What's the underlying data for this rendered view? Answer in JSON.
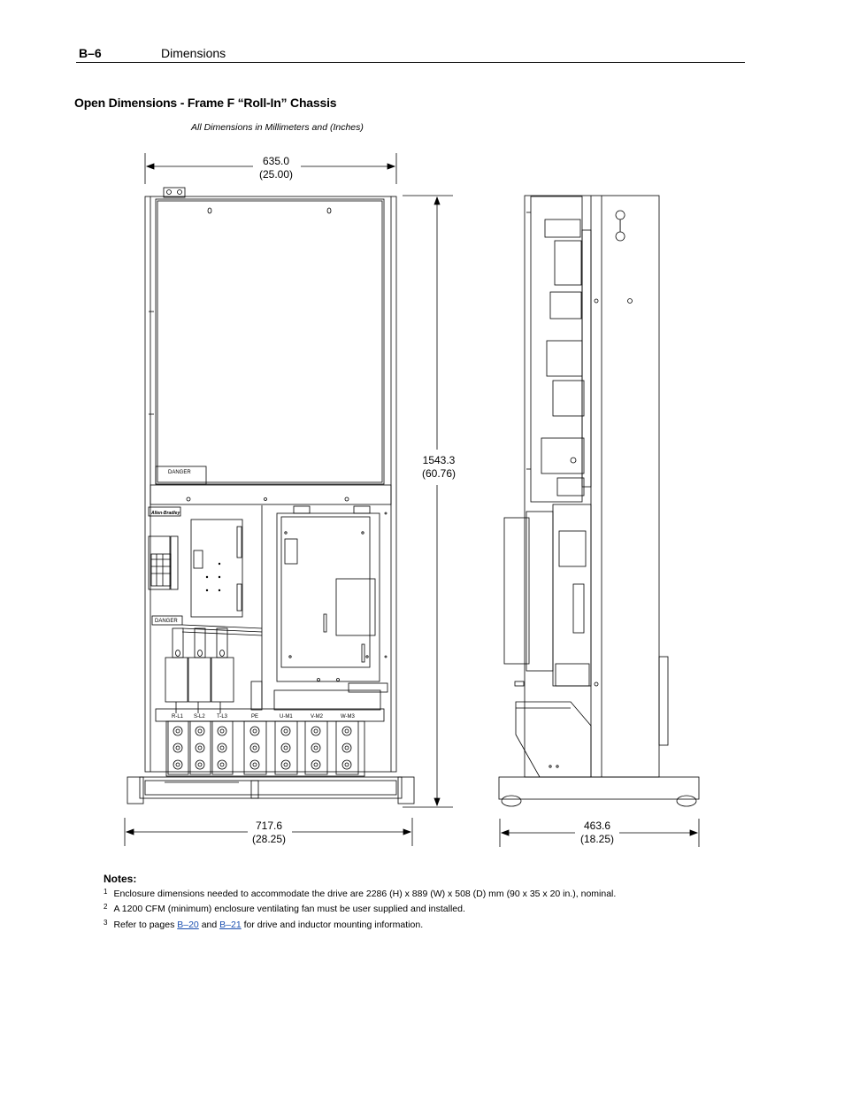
{
  "header": {
    "page_number": "B–6",
    "section": "Dimensions"
  },
  "title": "Open Dimensions - Frame F “Roll-In” Chassis",
  "subtitle": "All Dimensions in Millimeters and (Inches)",
  "dimensions": {
    "front_width_top": {
      "mm": "635.0",
      "in": "(25.00)"
    },
    "front_height": {
      "mm": "1543.3",
      "in": "(60.76)"
    },
    "front_width_bottom": {
      "mm": "717.6",
      "in": "(28.25)"
    },
    "side_depth": {
      "mm": "463.6",
      "in": "(18.25)"
    }
  },
  "drawing_labels": {
    "danger_top": "DANGER",
    "danger_mid": "DANGER",
    "brand": "Allen-Bradley",
    "terminals": [
      "R-L1",
      "S-L2",
      "T-L3",
      "PE",
      "U-M1",
      "V-M2",
      "W-M3"
    ]
  },
  "notes": {
    "title": "Notes:",
    "items": [
      {
        "num": "1",
        "text": "Enclosure dimensions needed to accommodate the drive are 2286 (H) x 889 (W) x 508 (D) mm (90 x 35 x 20 in.), nominal."
      },
      {
        "num": "2",
        "text": "A 1200 CFM (minimum) enclosure ventilating fan must be user supplied and installed."
      },
      {
        "num": "3",
        "prefix": "Refer to pages ",
        "link1": "B–20",
        "middle": " and ",
        "link2": "B–21",
        "suffix": " for drive and inductor mounting information."
      }
    ]
  }
}
